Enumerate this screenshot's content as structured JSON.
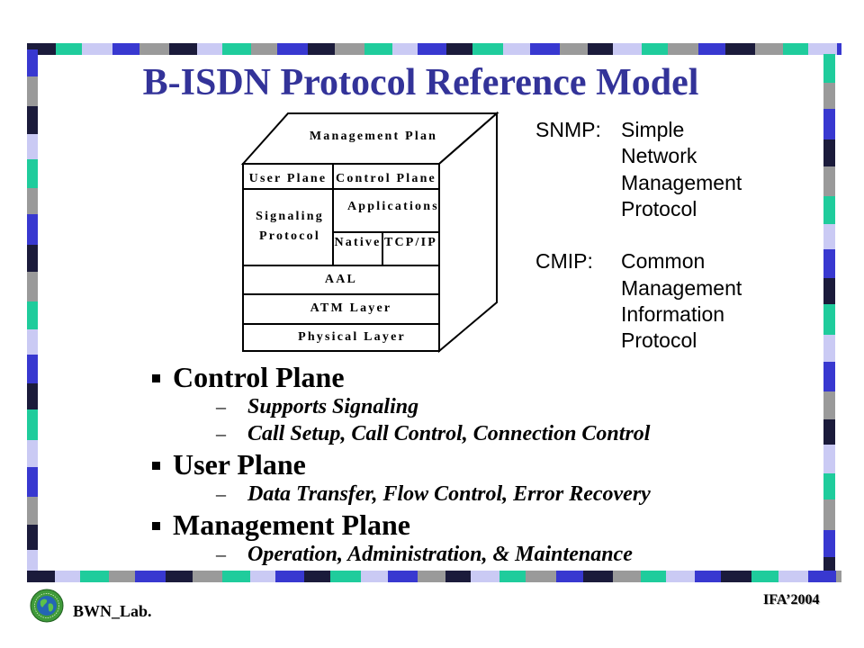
{
  "slide": {
    "title": "B-ISDN Protocol Reference Model",
    "theme": {
      "title_color": "#333399",
      "text_color": "#000000",
      "border_palette": [
        "#1b1b3b",
        "#3838d0",
        "#1fcc9c",
        "#cacaf4",
        "#9a9a9a"
      ]
    },
    "diagram": {
      "management_plane": "Management Plan",
      "user_plane": "User Plane",
      "control_plane": "Control Plane",
      "signaling_protocol": "Signaling Protocol",
      "applications": "Applications",
      "native": "Native",
      "tcp_ip": "TCP/IP",
      "aal": "AAL",
      "atm_layer": "ATM Layer",
      "physical_layer": "Physical Layer"
    },
    "acronyms": [
      {
        "term": "SNMP:",
        "definition": "Simple Network Management Protocol"
      },
      {
        "term": "CMIP:",
        "definition": "Common Management Information Protocol"
      }
    ],
    "bullet_markers": {
      "main_icon": "square-bullet-icon",
      "sub": "–"
    },
    "bullets": [
      {
        "label": "Control Plane",
        "subitems": [
          "Supports Signaling",
          "Call Setup, Call Control, Connection Control"
        ]
      },
      {
        "label": "User Plane",
        "subitems": [
          "Data Transfer, Flow Control, Error Recovery"
        ]
      },
      {
        "label": "Management Plane",
        "subitems": [
          "Operation, Administration, & Maintenance"
        ]
      }
    ],
    "footer": {
      "logo_icon": "globe-seal-icon",
      "lab_name": "BWN_Lab.",
      "event": "IFA’2004"
    }
  }
}
